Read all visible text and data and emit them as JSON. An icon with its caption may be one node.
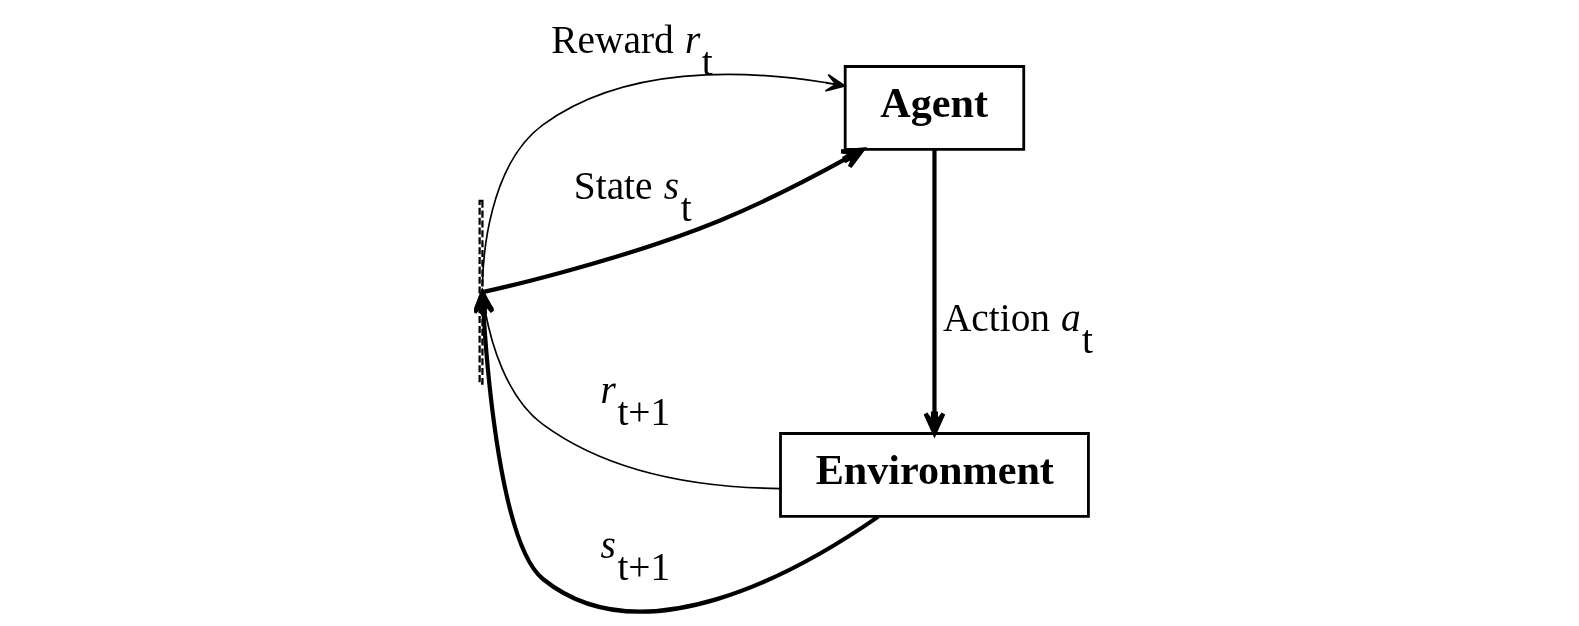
{
  "diagram": {
    "nodes": [
      {
        "text": [
          "Agent"
        ]
      },
      {
        "text": [
          "Environment"
        ]
      },
      {
        "text": [],
        "shape": "bar"
      }
    ],
    "edges": [
      {
        "from": 0,
        "to": 1,
        "arrow": "to",
        "label": "Action *a*$_{t}$"
      },
      {
        "from": 1,
        "to": 2,
        "arrow": "to",
        "label": "*r*$_{t+1}$"
      },
      {
        "from": 1,
        "to": 2,
        "arrow": "to",
        "label": "*s*$_{t+1}$"
      },
      {
        "from": 2,
        "to": 0,
        "arrow": "to",
        "label": "Reward *r*$_{t}$"
      },
      {
        "from": 2,
        "to": 0,
        "arrow": "to",
        "label": "State *s*$_{t}$"
      }
    ]
  }
}
